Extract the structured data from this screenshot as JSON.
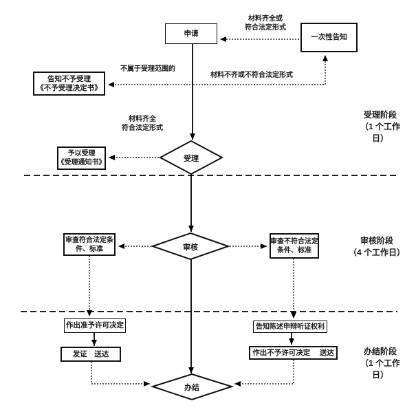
{
  "colors": {
    "background": "#ffffff",
    "line": "#000000",
    "text": "#1a1a1a"
  },
  "nodes": {
    "apply": "申请",
    "one_time_notice": "一次性告知",
    "notify_reject": "告知不予受理\n《不予受理决定书》",
    "grant_accept": "予以受理\n《受理通知书》",
    "accept": "受理",
    "review": "审核",
    "review_pass": "审查符合法定条\n件、标准",
    "review_fail": "审查不符合法定\n条件、标准",
    "grant_decision": "作出准予许可决定",
    "issue_deliver": "发证　送达",
    "notify_rights": "告知陈述申辩听证权利",
    "deny_deliver": "作出不予许可决定　 送达",
    "finish": "办结"
  },
  "edge_labels": {
    "materials_complete_or_legal": "材料齐全或\n符合法定形式",
    "not_in_scope": "不属于受理范围的",
    "materials_incomplete": "材料不齐或不符合法定形式",
    "materials_complete_legal": "材料齐全\n符合法定形式"
  },
  "stages": {
    "acceptance": "受理阶段\n（1 个工作\n日）",
    "review": "审核阶段\n（4 个工作日）",
    "completion": "办结阶段\n（1 个工作\n日）"
  }
}
